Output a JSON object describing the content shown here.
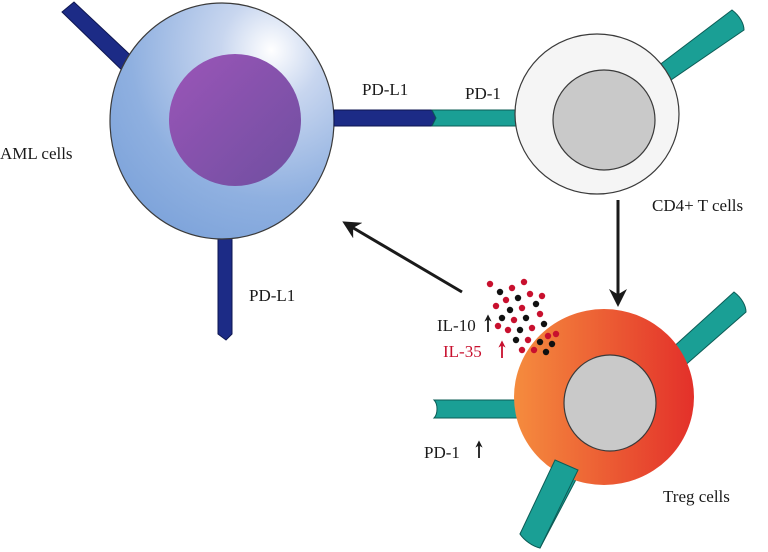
{
  "labels": {
    "aml_cells": "AML cells",
    "pd_l1_top": "PD-L1",
    "pd_1_top": "PD-1",
    "pd_l1_bottom": "PD-L1",
    "cd4_t_cells": "CD4+ T cells",
    "il_10": "IL-10",
    "il_35": "IL-35",
    "pd_1_treg": "PD-1",
    "treg_cells": "Treg cells"
  },
  "colors": {
    "aml_outer": "#8fb0e0",
    "aml_nucleus": "#7a4fa6",
    "pd_l1": "#1c2b86",
    "pd_1": "#1a9f95",
    "t_cell": "#f5f5f5",
    "t_nucleus": "#c9c9c9",
    "treg_light": "#f07a3a",
    "treg_dark": "#e3382c",
    "cytokine_red": "#c8102e",
    "cytokine_black": "#111111",
    "arrow": "#1a1a1a"
  }
}
